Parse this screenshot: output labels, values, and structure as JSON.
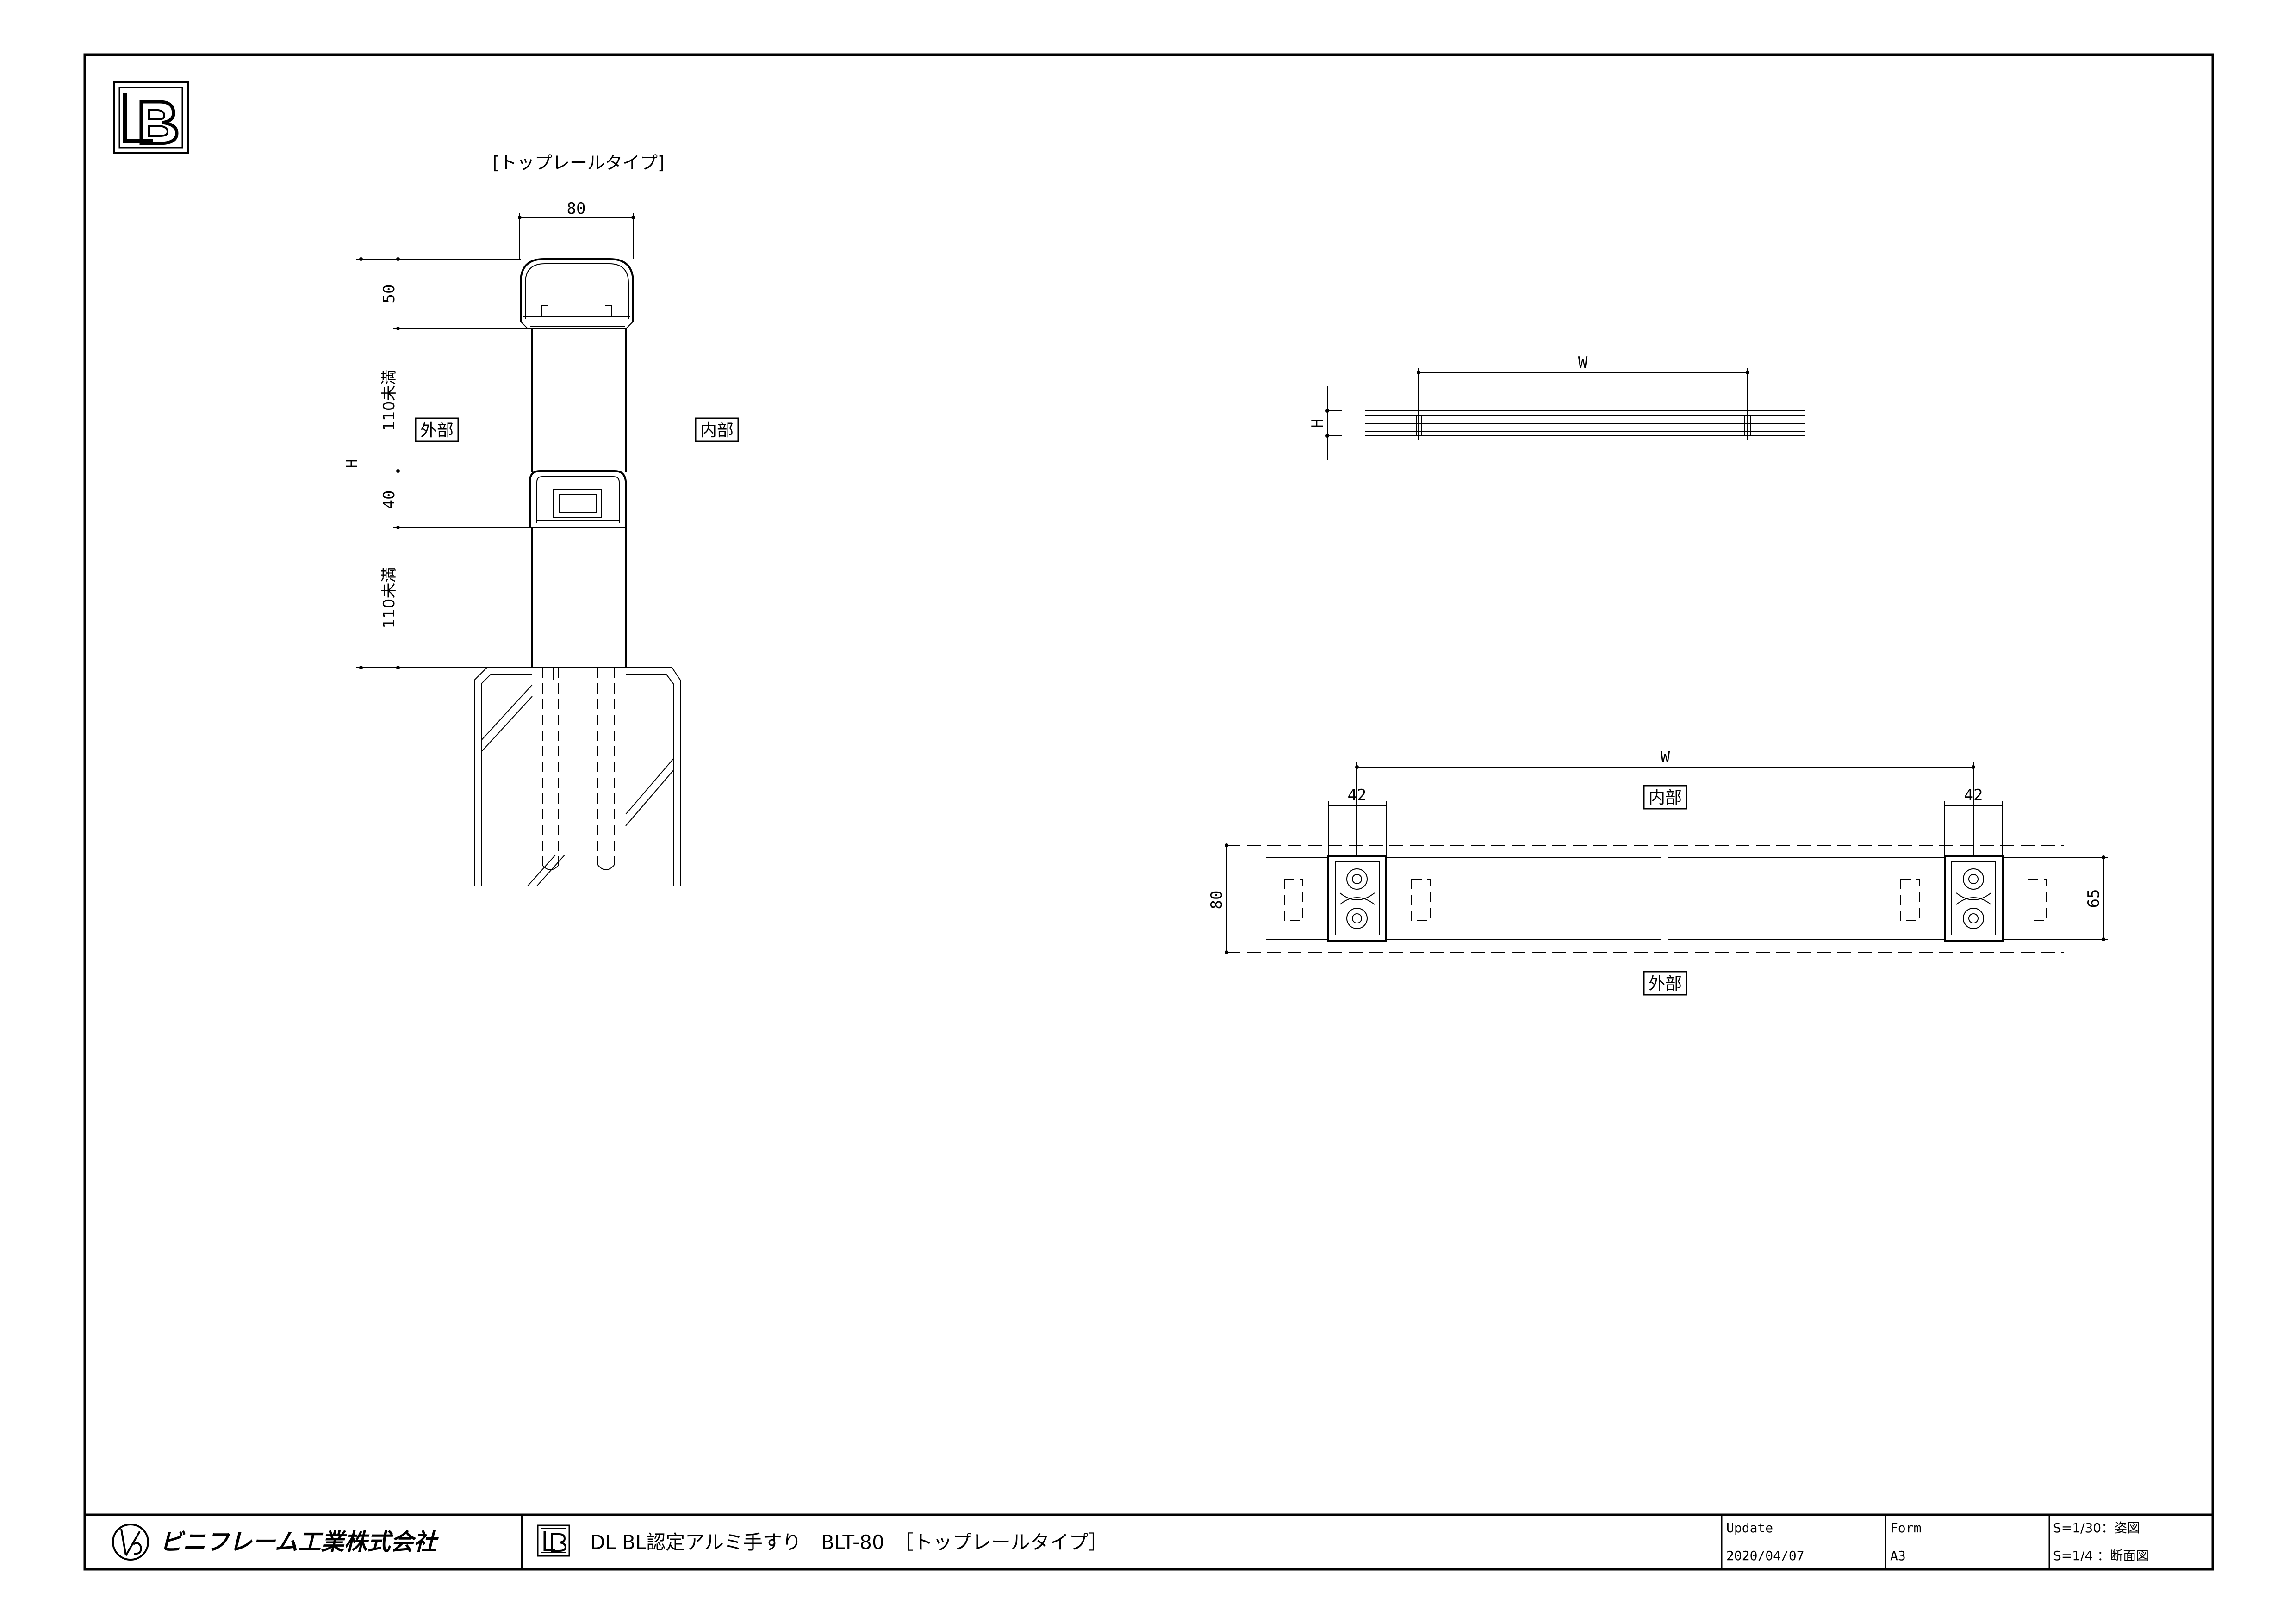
{
  "drawing": {
    "section_title": "[トップレールタイプ]",
    "labels": {
      "outside": "外部",
      "inside": "内部"
    },
    "side_view_dims": {
      "width": "80",
      "top_cap": "50",
      "gap_upper": "110未満",
      "mid_rail": "40",
      "gap_lower": "110未満",
      "height": "H"
    },
    "elevation_dims": {
      "span": "W",
      "height": "H"
    },
    "plan_dims": {
      "span": "W",
      "post_left": "42",
      "post_right": "42",
      "depth_left": "80",
      "depth_right": "65"
    }
  },
  "title_block": {
    "company": "ビニフレーム工業株式会社",
    "product": "DL BL認定アルミ手すり　BLT-80　［トップレールタイプ］",
    "update_label": "Update",
    "update_value": "2020/04/07",
    "form_label": "Form",
    "form_value": "A3",
    "scale_1": "S=1/30：姿図",
    "scale_2": "S=1/4 ：断面図"
  },
  "logo": {
    "letters": "LB"
  }
}
